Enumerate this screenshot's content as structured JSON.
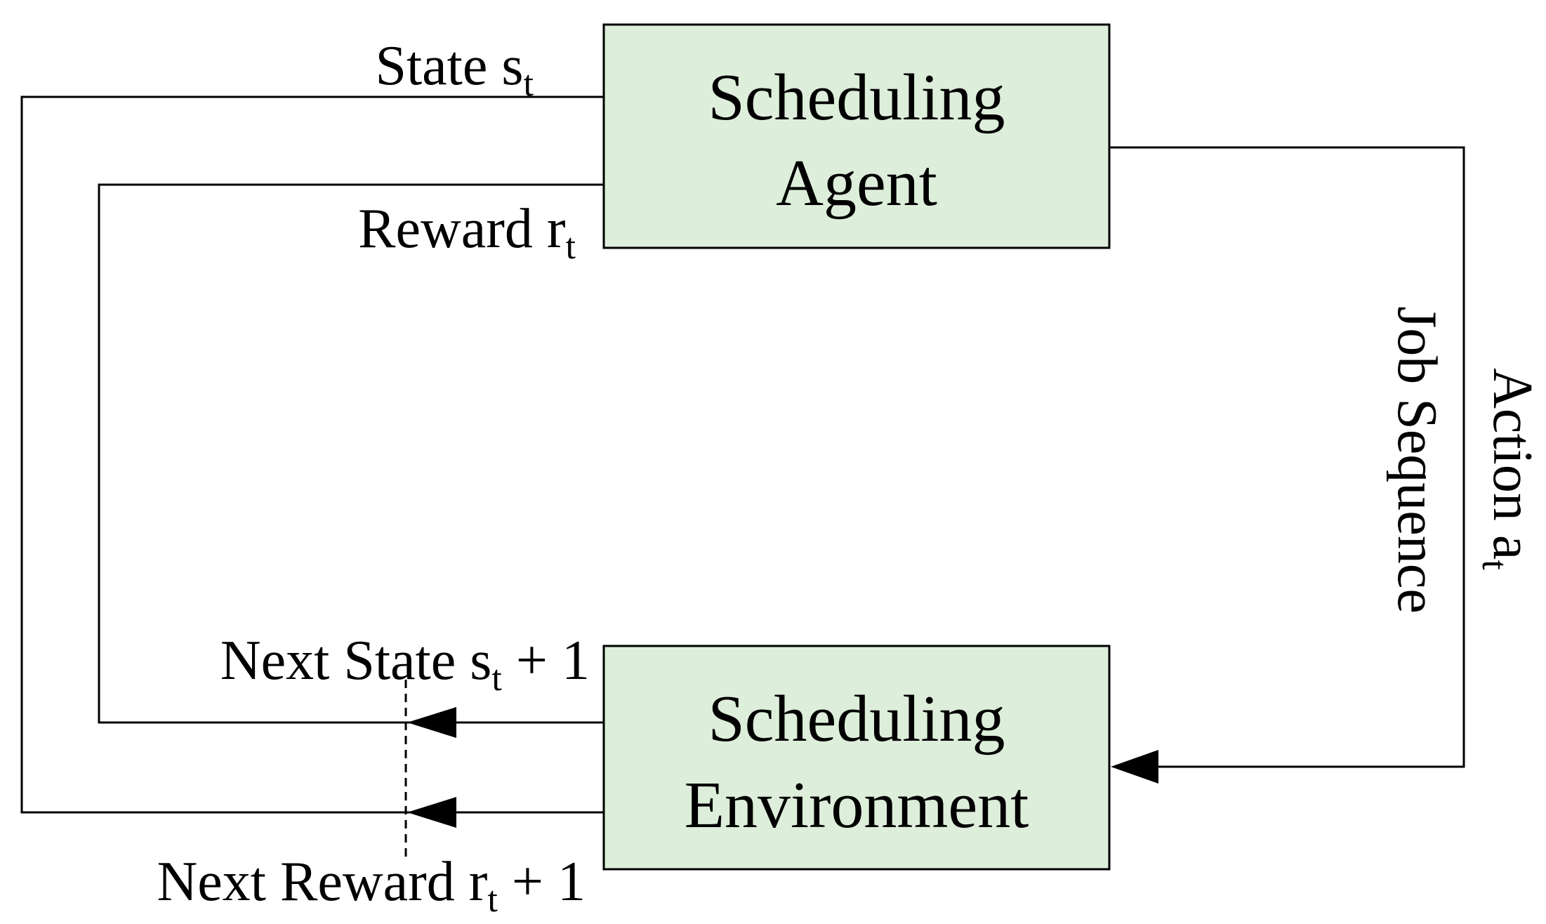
{
  "colors": {
    "box_fill": "#ddeeda",
    "line": "#000000",
    "background": "#ffffff"
  },
  "agent_box": {
    "line1": "Scheduling",
    "line2": "Agent"
  },
  "environment_box": {
    "line1": "Scheduling",
    "line2": "Environment"
  },
  "labels": {
    "state": {
      "text": "State s",
      "sub": "t"
    },
    "reward": {
      "text": "Reward r",
      "sub": "t"
    },
    "next_state": {
      "text": "Next State s",
      "sub": "t",
      "suffix": " + 1"
    },
    "next_reward": {
      "text": "Next Reward r",
      "sub": "t",
      "suffix": " + 1"
    },
    "action": {
      "text": "Action a",
      "sub": "t"
    },
    "job_sequence": {
      "text": "Job Sequence"
    }
  }
}
